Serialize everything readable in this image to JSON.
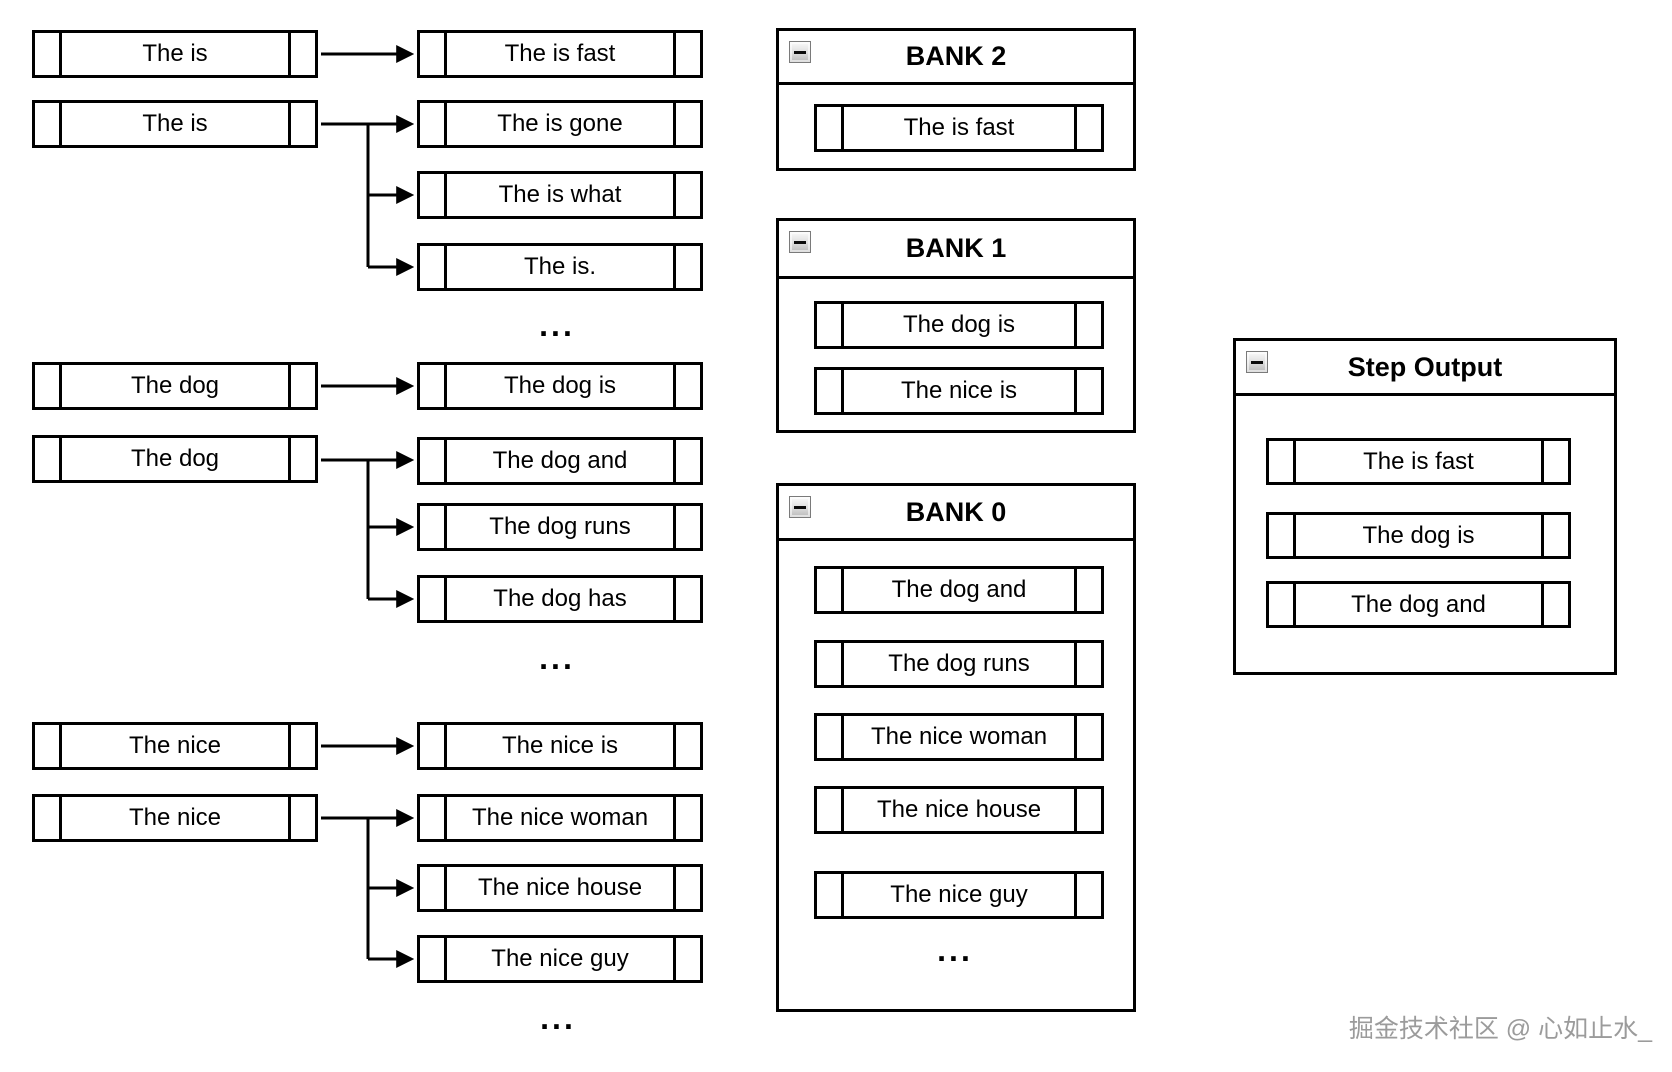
{
  "canvas": {
    "background": "#ffffff",
    "stroke": "#000000"
  },
  "beam_tree": {
    "sources": [
      "The is",
      "The is",
      "The dog",
      "The dog",
      "The nice",
      "The nice"
    ],
    "expansions": [
      "The is fast",
      "The is gone",
      "The is what",
      "The is.",
      "The dog is",
      "The dog and",
      "The dog runs",
      "The dog has",
      "The nice is",
      "The nice woman",
      "The nice house",
      "The nice guy"
    ],
    "ellipsis": "..."
  },
  "banks": [
    {
      "title": "BANK 2",
      "items": [
        "The is fast"
      ]
    },
    {
      "title": "BANK 1",
      "items": [
        "The dog is",
        "The nice is"
      ]
    },
    {
      "title": "BANK 0",
      "items": [
        "The dog and",
        "The dog runs",
        "The nice woman",
        "The nice house",
        "The nice guy"
      ],
      "ellipsis": "..."
    },
    {
      "title": "Step Output",
      "items": [
        "The is fast",
        "The dog is",
        "The dog and"
      ]
    }
  ],
  "icons": {
    "collapse": "minus"
  },
  "watermark": {
    "text": "掘金技术社区 @ 心如止水_",
    "color": "#9b9b9b"
  }
}
